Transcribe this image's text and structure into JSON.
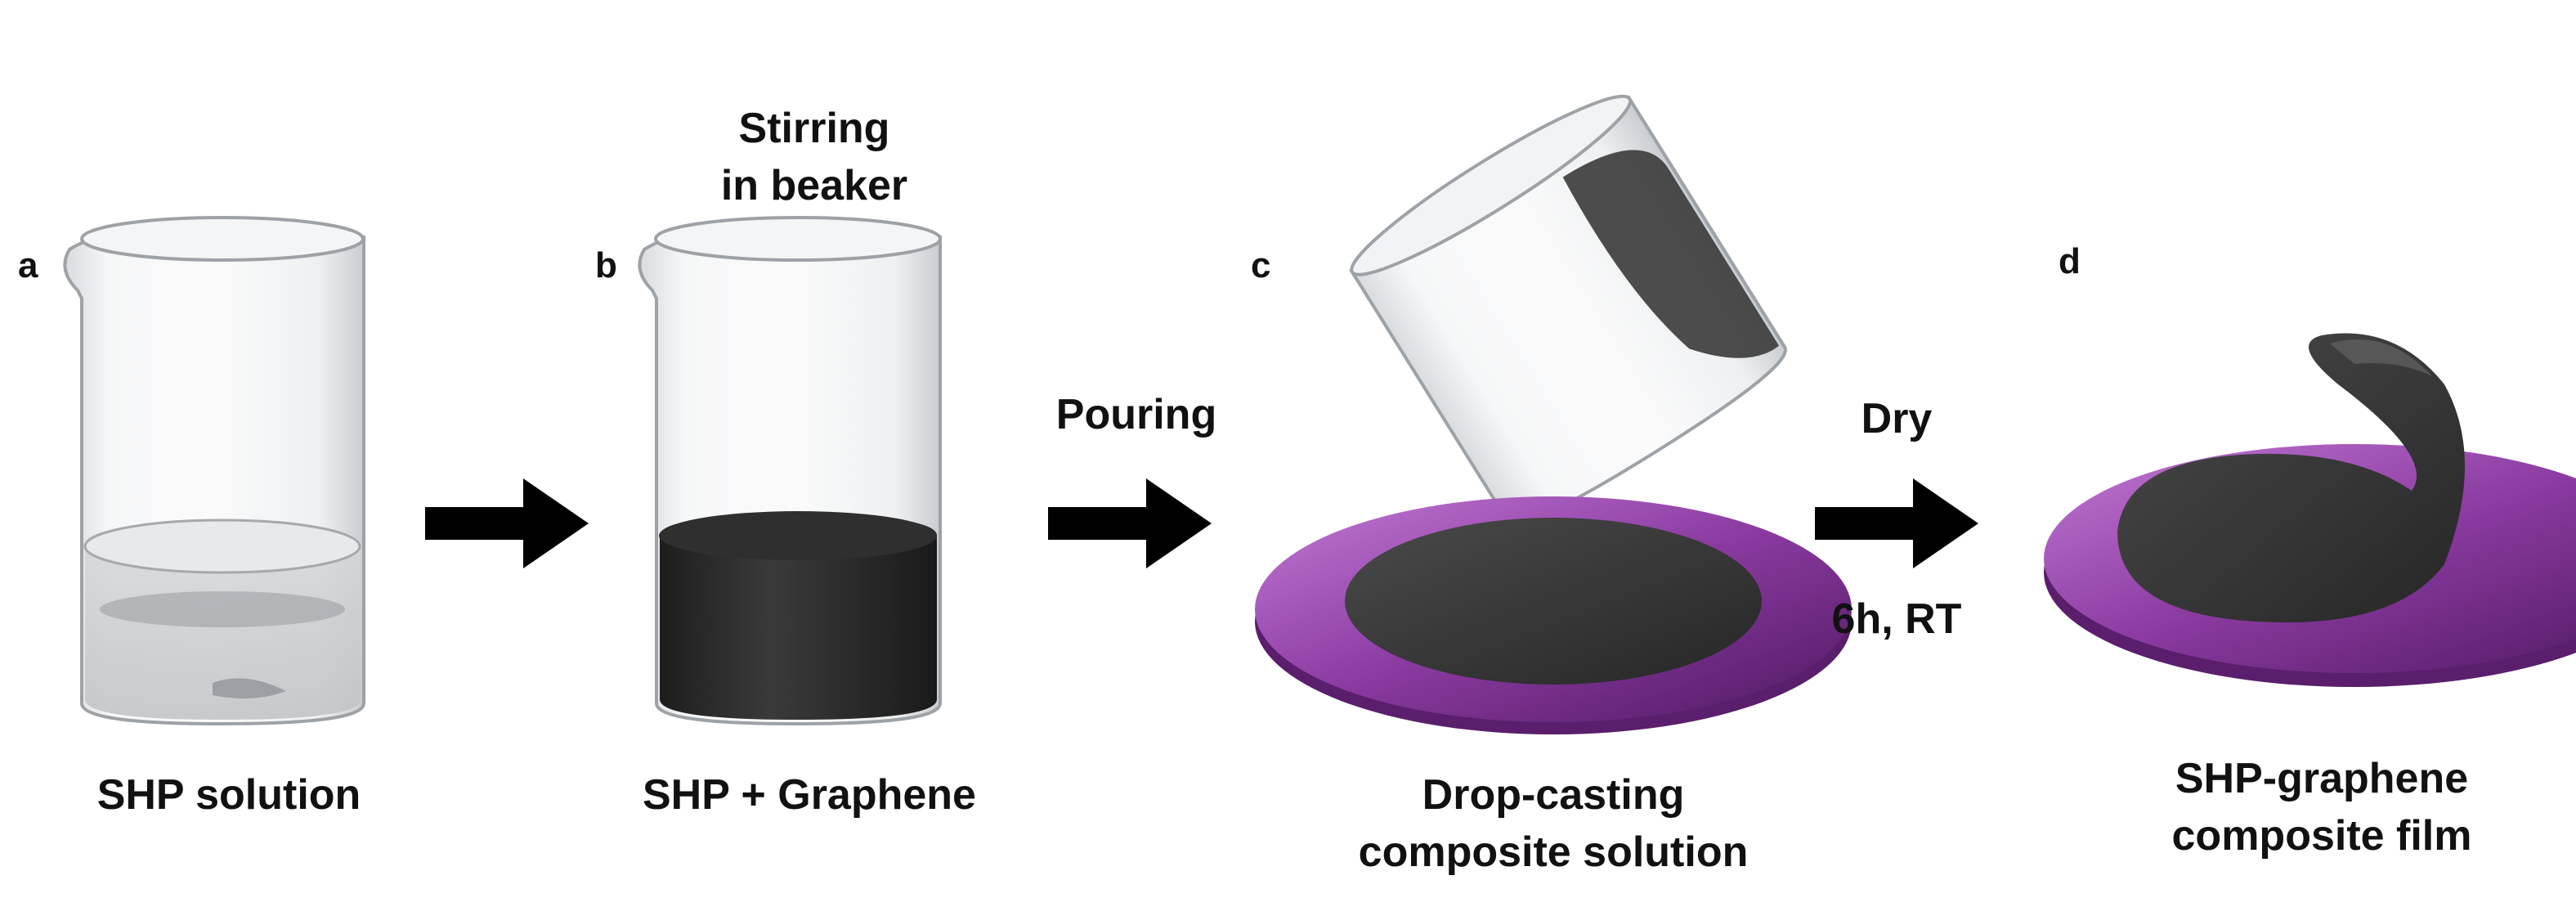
{
  "panels": [
    {
      "letter": "a",
      "caption": "SHP solution"
    },
    {
      "letter": "b",
      "caption": "SHP + Graphene",
      "top_label_1": "Stirring",
      "top_label_2": "in beaker"
    },
    {
      "letter": "c",
      "caption_1": "Drop-casting",
      "caption_2": "composite solution"
    },
    {
      "letter": "d",
      "caption_1": "SHP-graphene",
      "caption_2": "composite film"
    }
  ],
  "steps": [
    {
      "label": ""
    },
    {
      "label": "Pouring"
    },
    {
      "label": "Dry",
      "sublabel": "6h, RT"
    }
  ],
  "colors": {
    "glass": "#e6e8ea",
    "glass_edge": "#9da2a7",
    "clear_solution": "#c8cacc",
    "graphene": "#2a2a2a",
    "wafer": "#7a2f8f",
    "wafer_light": "#b06ac8",
    "film": "#3b3b3b",
    "arrow": "#000000"
  }
}
